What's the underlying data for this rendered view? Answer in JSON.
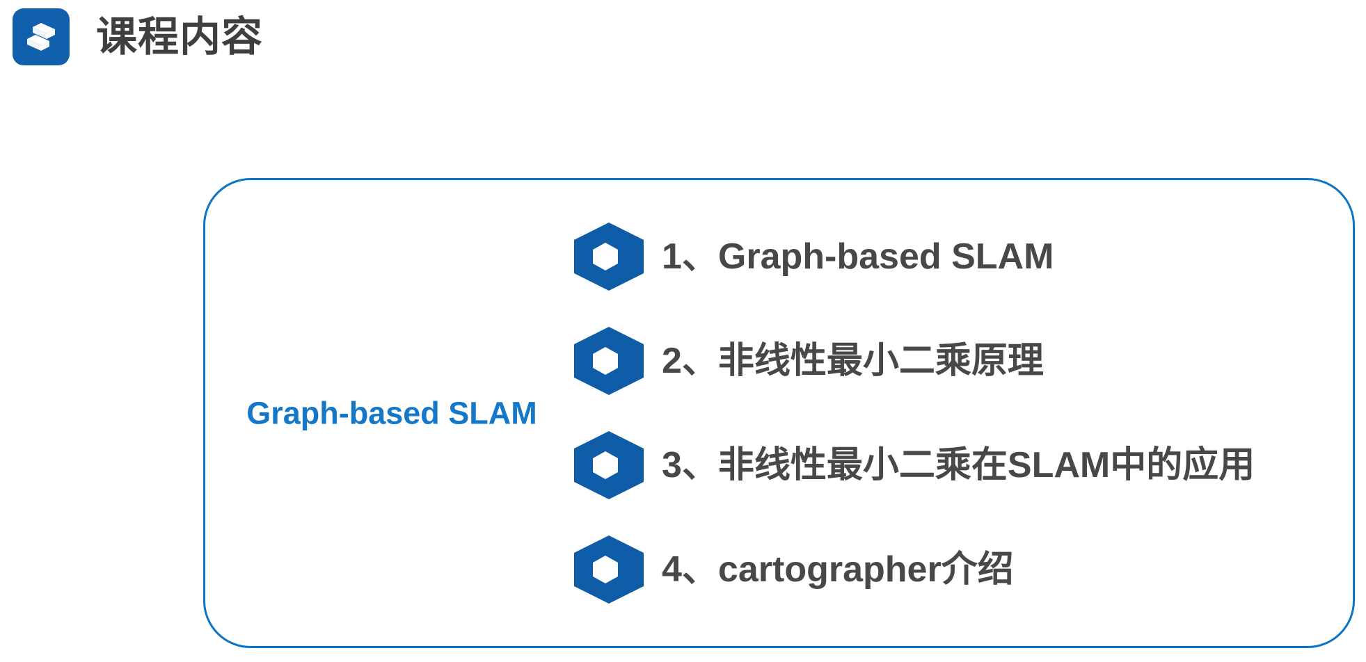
{
  "header": {
    "logo_icon": "sherpa-cube-logo-icon",
    "logo_tile_color": "#1160ab",
    "title": "课程内容",
    "title_color": "#3f3f3f"
  },
  "card": {
    "border_color": "#0b74c4",
    "section_label": "Graph-based SLAM",
    "section_label_color": "#1577c8",
    "topics": [
      {
        "bullet_icon": "hexagon-bullet-icon",
        "label": "1、Graph-based SLAM"
      },
      {
        "bullet_icon": "hexagon-bullet-icon",
        "label": "2、非线性最小二乘原理"
      },
      {
        "bullet_icon": "hexagon-bullet-icon",
        "label": "3、非线性最小二乘在SLAM中的应用"
      },
      {
        "bullet_icon": "hexagon-bullet-icon",
        "label": "4、cartographer介绍"
      }
    ],
    "topic_text_color": "#484848",
    "bullet_color": "#0f5ca8"
  }
}
